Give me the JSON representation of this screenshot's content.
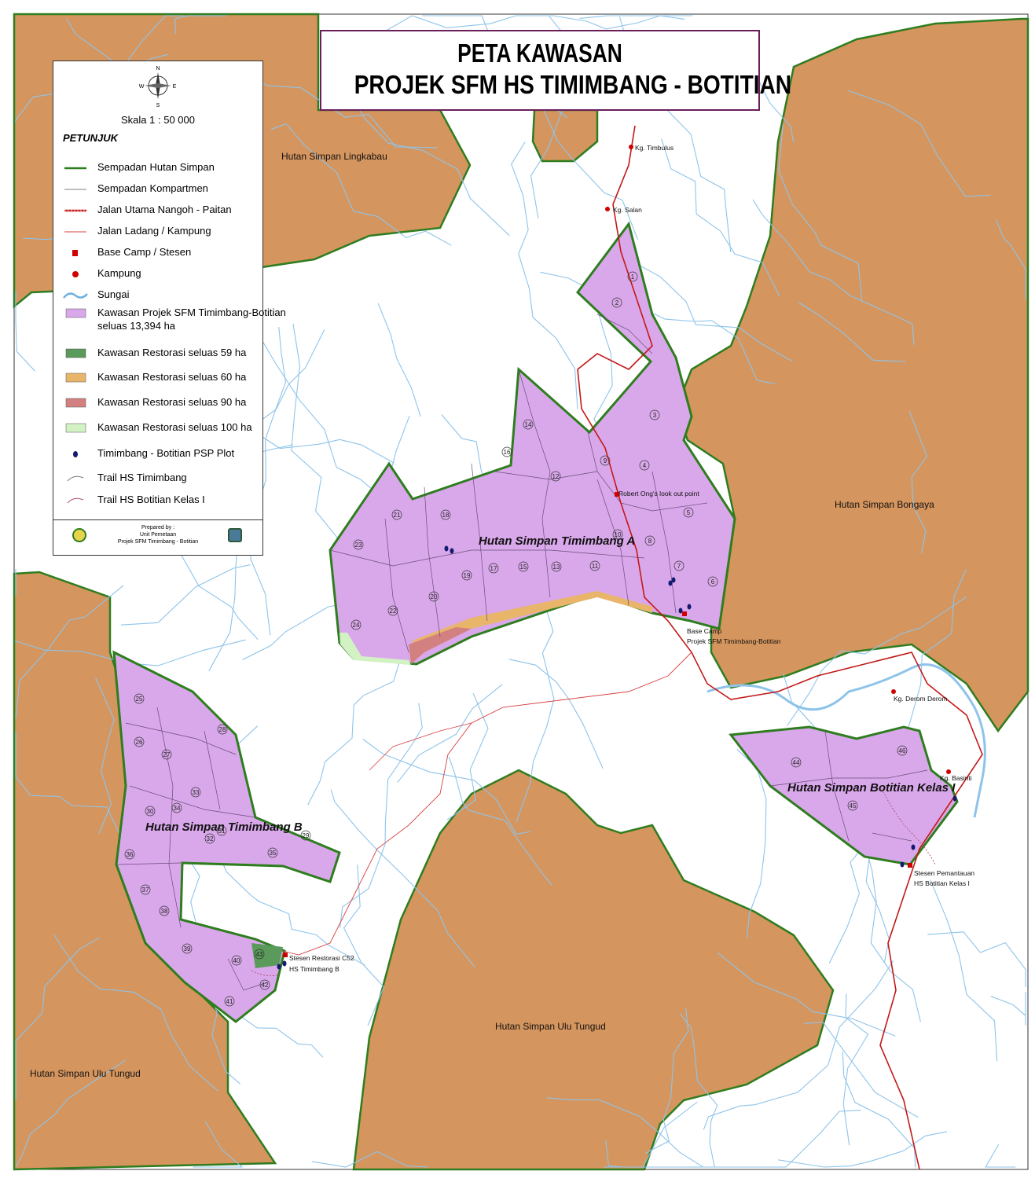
{
  "title": {
    "line1": "PETA KAWASAN",
    "line2": "PROJEK SFM HS TIMIMBANG - BOTITIAN"
  },
  "legend": {
    "compass_letters": {
      "n": "N",
      "s": "S",
      "e": "E",
      "w": "W"
    },
    "scale": "Skala 1 : 50 000",
    "heading": "PETUNJUK",
    "items": [
      {
        "label": "Sempadan Hutan Simpan",
        "symbol": "green-line",
        "color": "#2e7d1f"
      },
      {
        "label": "Sempadan Kompartmen",
        "symbol": "thin-line",
        "color": "#555555"
      },
      {
        "label": "Jalan Utama Nangoh - Paitan",
        "symbol": "main-road",
        "color": "#c41818"
      },
      {
        "label": "Jalan Ladang / Kampung",
        "symbol": "minor-road",
        "color": "#d84040"
      },
      {
        "label": "Base Camp / Stesen",
        "symbol": "red-square",
        "color": "#d00000"
      },
      {
        "label": "Kampung",
        "symbol": "red-dot",
        "color": "#d00000"
      },
      {
        "label": "Sungai",
        "symbol": "river",
        "color": "#6fb0e0"
      },
      {
        "label": "Kawasan Projek SFM Timimbang-Botitian",
        "label2": "seluas 13,394 ha",
        "symbol": "fill",
        "color": "#d9a8ea"
      },
      {
        "label": "Kawasan Restorasi seluas 59 ha",
        "symbol": "fill",
        "color": "#5a9a5a"
      },
      {
        "label": "Kawasan Restorasi seluas 60 ha",
        "symbol": "fill",
        "color": "#e9b56a"
      },
      {
        "label": "Kawasan Restorasi seluas 90 ha",
        "symbol": "fill",
        "color": "#d28080"
      },
      {
        "label": "Kawasan Restorasi seluas 100 ha",
        "symbol": "fill",
        "color": "#d3f2c4"
      },
      {
        "label": "Timimbang - Botitian PSP Plot",
        "symbol": "navy-dot",
        "color": "#141a6e"
      },
      {
        "label": "Trail HS Timimbang",
        "symbol": "trail",
        "color": "#777777"
      },
      {
        "label": "Trail HS Botitian Kelas I",
        "symbol": "trail",
        "color": "#b05070"
      }
    ],
    "prepared": {
      "l1": "Prepared by :",
      "l2": "Unit Pemetaan",
      "l3": "Projek SFM Timimbang - Botitian"
    }
  },
  "colors": {
    "reserve": "#d5955e",
    "project": "#d9a8ea",
    "boundary": "#2e7d1f",
    "river": "#8ec4ea",
    "road": "#c41818",
    "psp": "#141a6e"
  },
  "map_labels": {
    "hs_lingkabau": "Hutan Simpan Lingkabau",
    "hs_bongaya": "Hutan Simpan Bongaya",
    "hs_ulu_tungud_1": "Hutan Simpan Ulu Tungud",
    "hs_ulu_tungud_2": "Hutan Simpan Ulu Tungud",
    "hs_timimbang_a": "Hutan Simpan Timimbang A",
    "hs_timimbang_b": "Hutan Simpan Timimbang B",
    "hs_botitian": "Hutan Simpan Botitian Kelas I",
    "kg_timbulus": "Kg. Timbulus",
    "kg_salan": "Kg. Salan",
    "kg_derom": "Kg. Derom Derom",
    "kg_basinti": "Kg. Basinti",
    "lookout": "Robert Ong's look out point",
    "base_camp_1": "Base Camp",
    "base_camp_2": "Projek SFM Timimbang-Botitian",
    "stesen_c52_1": "Stesen Restorasi C52",
    "stesen_c52_2": "HS Timimbang B",
    "stesen_botitian_1": "Stesen Pemantauan",
    "stesen_botitian_2": "HS Botitian Kelas I"
  },
  "compartments": [
    "1",
    "2",
    "3",
    "4",
    "5",
    "6",
    "7",
    "8",
    "9",
    "10",
    "11",
    "12",
    "13",
    "14",
    "15",
    "16",
    "17",
    "18",
    "19",
    "20",
    "21",
    "22",
    "23",
    "24",
    "25",
    "26",
    "27",
    "28",
    "29",
    "30",
    "31",
    "32",
    "33",
    "34",
    "35",
    "36",
    "37",
    "38",
    "39",
    "40",
    "41",
    "42",
    "43",
    "44",
    "45",
    "46"
  ]
}
